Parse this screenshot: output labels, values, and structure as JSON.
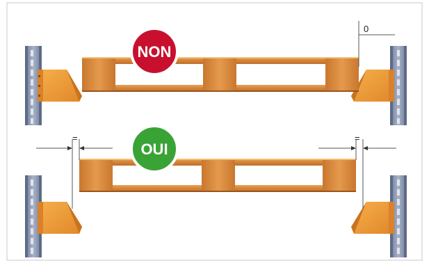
{
  "figure": {
    "top": {
      "badge_text": "NON",
      "badge_color": "#c8102e",
      "gap_label": "0"
    },
    "bottom": {
      "badge_text": "OUI",
      "badge_color": "#3aa335",
      "gap_left_label": "=",
      "gap_right_label": "="
    }
  },
  "colors": {
    "pallet_main": "#d98a3e",
    "pallet_dark": "#b5651d",
    "pallet_light": "#f0b36a",
    "upright_blue": "#8d9ab3",
    "upright_dark": "#5e6b86",
    "bracket_orange": "#f2a23a",
    "bracket_dark": "#d9822b",
    "frame_border": "#c9c9c9",
    "dim_line": "#555555"
  },
  "icons": [
    "pallet-icon",
    "rack-upright-icon",
    "rack-bracket-icon",
    "dimension-arrow-icon"
  ]
}
